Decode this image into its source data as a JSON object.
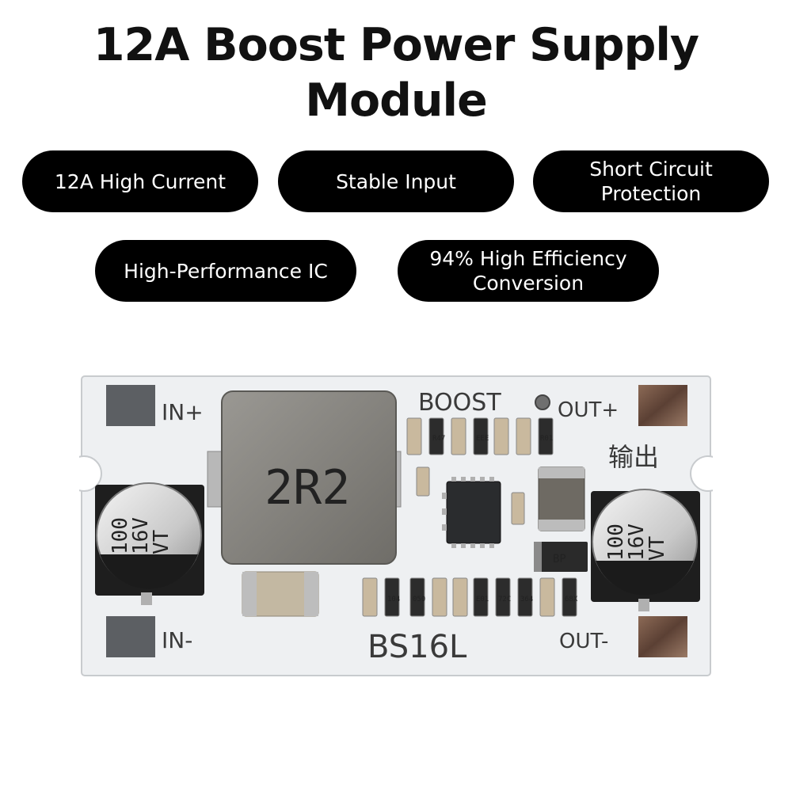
{
  "title": {
    "line1": "12A Boost Power Supply",
    "line2": "Module"
  },
  "features": [
    {
      "line1": "12A High Current",
      "line2": ""
    },
    {
      "line1": "Stable Input",
      "line2": ""
    },
    {
      "line1": "Short Circuit",
      "line2": "Protection"
    },
    {
      "line1": "High-Performance IC",
      "line2": ""
    },
    {
      "line1": "94% High Efficiency",
      "line2": "Conversion"
    }
  ],
  "board": {
    "label_boost": "BOOST",
    "label_in_plus": "IN+",
    "label_in_minus": "IN-",
    "label_out_plus": "OUT+",
    "label_out_minus": "OUT-",
    "label_output_cn": "输出",
    "model": "BS16L",
    "inductor_marking": "2R2",
    "cap_left": {
      "line1": "100",
      "line2": "16V",
      "line3": "VT"
    },
    "cap_right": {
      "line1": "100",
      "line2": "16V",
      "line3": "VT"
    },
    "diode_marking": "BP",
    "top_resistors": [
      "R47",
      "EEE",
      "R01"
    ],
    "bottom_resistors": [
      "104",
      "050",
      "E01",
      "72C",
      "364",
      "68X"
    ]
  },
  "colors": {
    "pill_bg": "#000000",
    "pill_text": "#ffffff",
    "pcb": "#eef0f2",
    "pad_input": "#5c5f63",
    "pad_output": "#7a5a48"
  }
}
